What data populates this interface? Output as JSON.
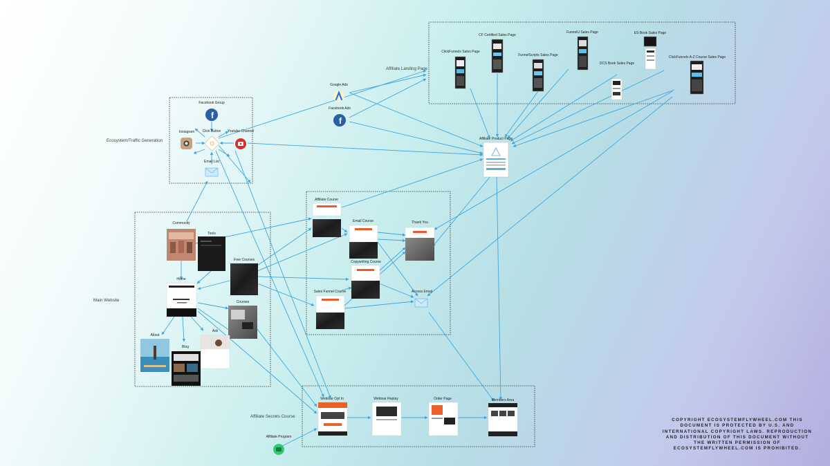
{
  "groups": {
    "affiliate_landing": "Affiliate Landing Page",
    "ecosystem": "Ecosystem/Traffic Generation",
    "main_website": "Main Website",
    "affiliate_secrets": "Affiliate Secrets Course"
  },
  "pages": {
    "cf_certified": "CF Certified Sales Page",
    "funnelu": "FunnelU Sales Page",
    "es_book": "ES Book Sales Page",
    "clickfunnels_sales": "ClickFunnels Sales Page",
    "funnelscripts": "FunnelScripts Sales Page",
    "dcs_book": "DCS Book Sales Page",
    "cf_az": "ClickFunnels A-Z Course Sales Page",
    "affiliate_product": "Affiliate Product Page"
  },
  "traffic": {
    "google_ads": "Google Ads",
    "facebook_ads": "Facebook Ads",
    "facebook_group": "Facebook Group",
    "instagram": "Instagram",
    "click_button": "Click Button",
    "youtube": "Youtube Channel",
    "email_list": "Email List"
  },
  "website": {
    "community": "Community",
    "tools": "Tools",
    "free_courses": "Free Courses",
    "home": "Home",
    "courses": "Courses",
    "about": "About",
    "ask": "Ask",
    "blog": "Blog"
  },
  "courses": {
    "affiliate_course": "Affiliate Course",
    "email_course": "Email Course",
    "thank_you": "Thank You",
    "copywriting_course": "Copywriting Course",
    "sales_funnel_course": "Sales Funnel Course",
    "access_email": "Access Email"
  },
  "affiliate_secrets": {
    "webinar_optin": "Webinar Opt In",
    "webinar_replay": "Webinar Replay",
    "order_page": "Order Page",
    "members_area": "Members Area",
    "affiliate_program": "Affiliate Program"
  },
  "copyright": "COPYRIGHT ECOSYSTEMFLYWHEEL.COM THIS DOCUMENT IS PROTECTED BY U.S. AND INTERNATIONAL COPYRIGHT LAWS. REPRODUCTION AND DISTRIBUTION OF THIS DOCUMENT WITHOUT THE WRITTEN PERMISSION OF ECOSYSTEMFLYWHEEL.COM IS PROHIBITED.",
  "colors": {
    "connector": "#3da6e0",
    "facebook": "#2f5ea8",
    "youtube": "#d32f2f",
    "affiliate_program": "#2ecc71"
  }
}
